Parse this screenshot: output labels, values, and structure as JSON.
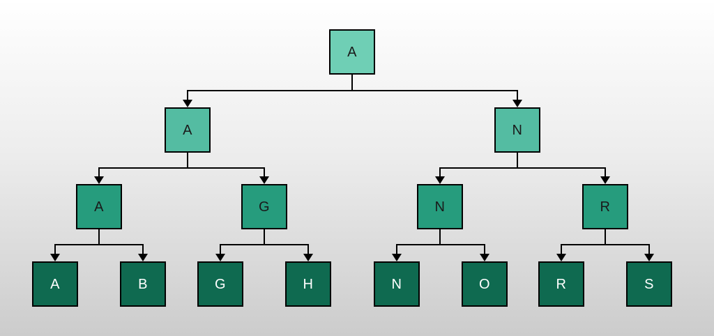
{
  "diagram": {
    "kind": "binary-tree",
    "background_top": "#ffffff",
    "background_bottom": "#cccccc",
    "edge_color": "#000000",
    "node_border_color": "#000000",
    "levels": [
      {
        "fill": "#6FCFB5",
        "text_color": "#1a1a1a",
        "nodes": [
          {
            "label": "A"
          }
        ]
      },
      {
        "fill": "#54BCA2",
        "text_color": "#1a1a1a",
        "nodes": [
          {
            "label": "A"
          },
          {
            "label": "N"
          }
        ]
      },
      {
        "fill": "#269C7D",
        "text_color": "#1a1a1a",
        "nodes": [
          {
            "label": "A"
          },
          {
            "label": "G"
          },
          {
            "label": "N"
          },
          {
            "label": "R"
          }
        ]
      },
      {
        "fill": "#0F6A50",
        "text_color": "#ffffff",
        "nodes": [
          {
            "label": "A"
          },
          {
            "label": "B"
          },
          {
            "label": "G"
          },
          {
            "label": "H"
          },
          {
            "label": "N"
          },
          {
            "label": "O"
          },
          {
            "label": "R"
          },
          {
            "label": "S"
          }
        ]
      }
    ]
  }
}
